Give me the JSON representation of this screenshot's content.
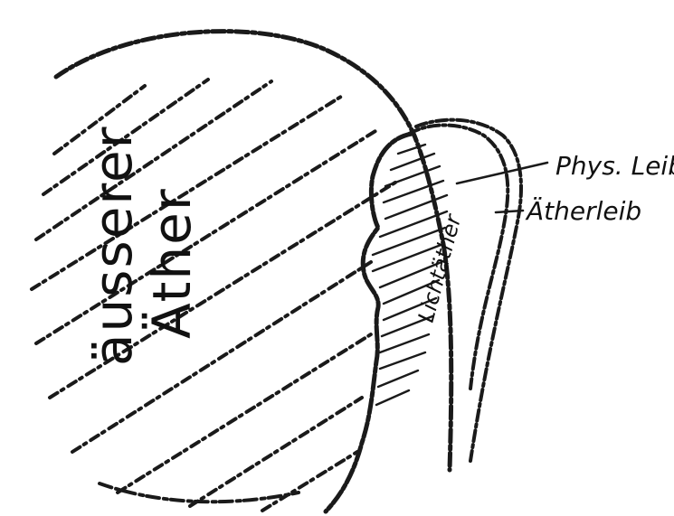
{
  "labels": {
    "outer_ether_line1": "äusserer",
    "outer_ether_line2": "Äther",
    "light_ether": "Lichtäther",
    "physical_body": "Phys. Leib",
    "etheric_body": "Ätherleib"
  },
  "colors": {
    "ink": "#1a1a1a",
    "paper": "#ffffff"
  }
}
